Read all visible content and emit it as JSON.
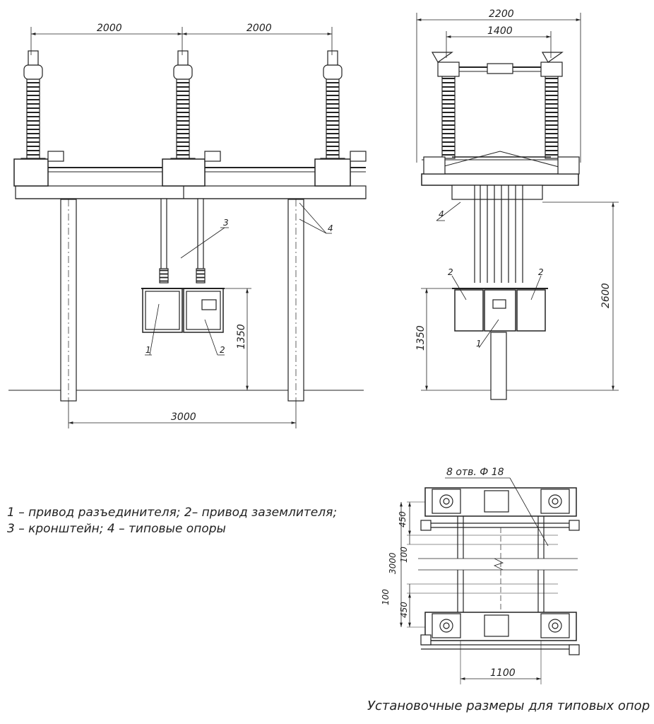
{
  "front_view": {
    "dim_span_left": "2000",
    "dim_span_right": "2000",
    "dim_support_spacing": "3000",
    "dim_drive_height": "1350",
    "callout_1": "1",
    "callout_2": "2",
    "callout_3": "3",
    "callout_4": "4"
  },
  "side_view": {
    "dim_overall_width": "2200",
    "dim_pole_spacing": "1400",
    "dim_frame_height": "2600",
    "dim_drive_height": "1350",
    "callout_1": "1",
    "callout_2_left": "2",
    "callout_2_right": "2",
    "callout_4": "4"
  },
  "plan_view": {
    "holes_note": "8 отв. Ф 18",
    "dim_top_450": "450",
    "dim_top_100": "100",
    "dim_total_3000": "3000",
    "dim_bottom_100": "100",
    "dim_bottom_450": "450",
    "dim_width_1100": "1100"
  },
  "legend": {
    "line1": "1 – привод разъединителя; 2– привод заземлителя;",
    "line2": "3 – кронштейн; 4 – типовые опоры"
  },
  "caption": "Установочные размеры для типовых опор"
}
